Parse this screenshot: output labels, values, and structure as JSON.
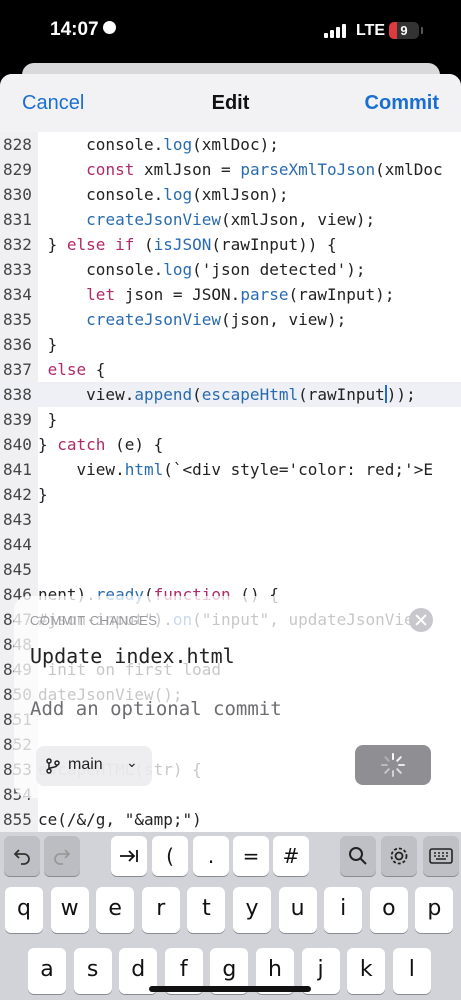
{
  "status": {
    "time": "14:07",
    "network": "LTE",
    "battery": "9"
  },
  "nav": {
    "cancel": "Cancel",
    "title": "Edit",
    "commit": "Commit"
  },
  "editor": {
    "lines": [
      {
        "n": "828",
        "code": "     console.log(xmlDoc);"
      },
      {
        "n": "829",
        "code": "     const xmlJson = parseXmlToJson(xmlDoc"
      },
      {
        "n": "830",
        "code": "     console.log(xmlJson);"
      },
      {
        "n": "831",
        "code": "     createJsonView(xmlJson, view);"
      },
      {
        "n": "832",
        "code": " } else if (isJSON(rawInput)) {"
      },
      {
        "n": "833",
        "code": "     console.log('json detected');"
      },
      {
        "n": "834",
        "code": "     let json = JSON.parse(rawInput);"
      },
      {
        "n": "835",
        "code": "     createJsonView(json, view);"
      },
      {
        "n": "836",
        "code": " }"
      },
      {
        "n": "837",
        "code": " else {"
      },
      {
        "n": "838",
        "code": "     view.append(escapeHtml(rawInput));"
      },
      {
        "n": "839",
        "code": " }"
      },
      {
        "n": "840",
        "code": "} catch (e) {"
      },
      {
        "n": "841",
        "code": "    view.html(`<div style='color: red;'>E"
      },
      {
        "n": "842",
        "code": "}"
      },
      {
        "n": "843",
        "code": ""
      },
      {
        "n": "844",
        "code": ""
      },
      {
        "n": "845",
        "code": ""
      },
      {
        "n": "846",
        "code": "nent).ready(function () {"
      },
      {
        "n": "847",
        "code": "#json-input\").on(\"input\", updateJsonView)"
      },
      {
        "n": "848",
        "code": ""
      },
      {
        "n": "849",
        "code": " init on first load"
      },
      {
        "n": "850",
        "code": "dateJsonView();"
      },
      {
        "n": "851",
        "code": ""
      },
      {
        "n": "852",
        "code": ""
      },
      {
        "n": "853",
        "code": "escapeHTML(str) {"
      },
      {
        "n": "854",
        "code": ""
      },
      {
        "n": "855",
        "code": "ce(/&/g, \"&amp;\")"
      }
    ]
  },
  "commit_panel": {
    "heading": "COMMIT CHANGES",
    "subject": "Update index.html",
    "body_placeholder": "Add an optional commit",
    "branch": "main"
  },
  "accessory": {
    "paren": "(",
    "dot": ".",
    "equals": "=",
    "hash": "#"
  },
  "keyboard": {
    "row1": [
      "q",
      "w",
      "e",
      "r",
      "t",
      "y",
      "u",
      "i",
      "o",
      "p"
    ],
    "row2": [
      "a",
      "s",
      "d",
      "f",
      "g",
      "h",
      "j",
      "k",
      "l"
    ]
  },
  "colors": {
    "accent": "#1a6fd1",
    "keyword": "#b02a6a",
    "function": "#2a6bb0"
  }
}
